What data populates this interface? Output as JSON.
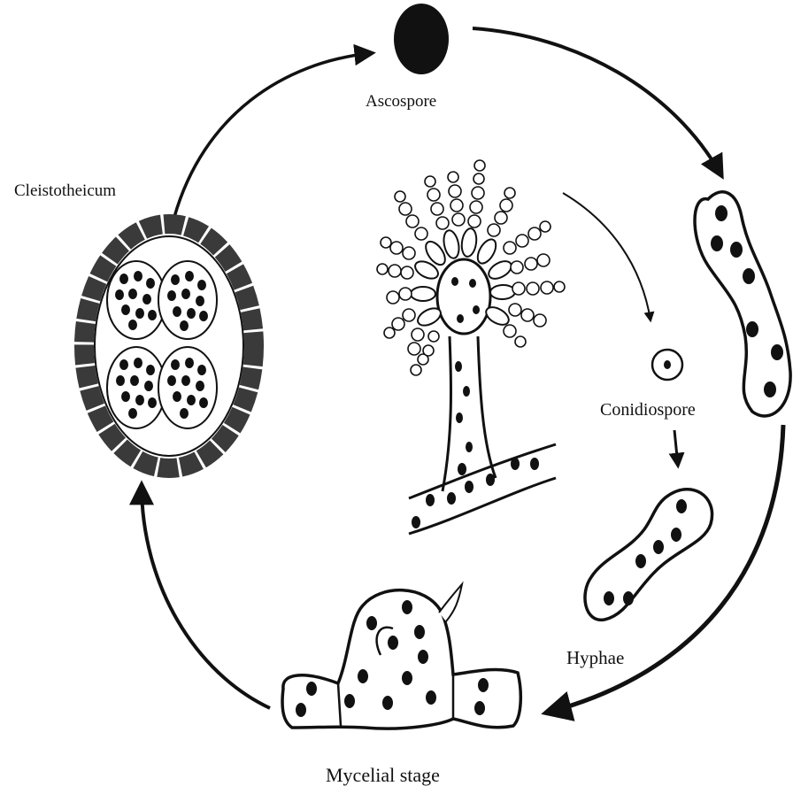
{
  "diagram": {
    "labels": {
      "ascospore": "Ascospore",
      "cleistothecium": "Cleistotheicum",
      "conidiospore": "Conidiospore",
      "hyphae": "Hyphae",
      "mycelial": "Mycelial stage"
    },
    "colors": {
      "ink": "#111111",
      "wall": "#3a3a3a",
      "background": "#ffffff"
    }
  }
}
